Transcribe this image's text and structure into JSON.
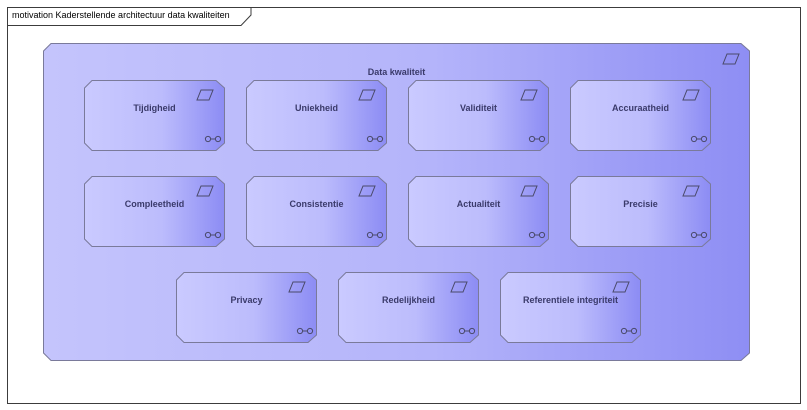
{
  "diagram": {
    "frame_title": "motivation Kaderstellende architectuur data kwaliteiten",
    "group": {
      "label": "Data kwaliteit",
      "icon": "motivation-parallelogram-icon"
    },
    "items": [
      {
        "label": "Tijdigheid"
      },
      {
        "label": "Uniekheid"
      },
      {
        "label": "Validiteit"
      },
      {
        "label": "Accuraatheid"
      },
      {
        "label": "Compleetheid"
      },
      {
        "label": "Consistentie"
      },
      {
        "label": "Actualiteit"
      },
      {
        "label": "Precisie"
      },
      {
        "label": "Privacy"
      },
      {
        "label": "Redelijkheid"
      },
      {
        "label": "Referentiele integriteit"
      }
    ],
    "item_icons": [
      "motivation-parallelogram-icon",
      "link-chain-icon"
    ],
    "colors": {
      "fill_light": "#c8c8ff",
      "fill_dark": "#8c8cf4",
      "stroke": "#7a7a9a",
      "text": "#3a3a6a"
    }
  }
}
